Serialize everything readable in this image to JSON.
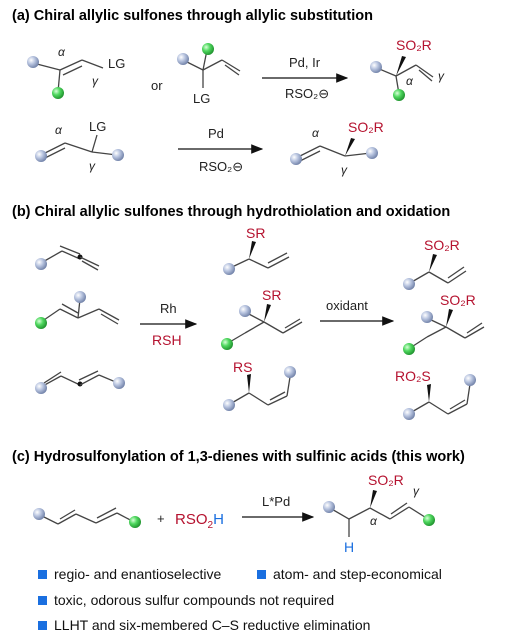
{
  "colors": {
    "reagent_red": "#b5122f",
    "hydrogen_blue": "#1a6fe0",
    "bullet_blue": "#1a6fe0",
    "ball_grey": "#9aa9c9",
    "ball_green": "#37c64b"
  },
  "section_a": {
    "title": "(a) Chiral allylic sulfones through allylic substitution",
    "or_text": "or",
    "catalyst_1": "Pd, Ir",
    "reagent_1": "RSO₂⊖",
    "catalyst_2": "Pd",
    "reagent_2": "RSO₂⊖",
    "lg": "LG",
    "so2r": "SO₂R",
    "alpha": "α",
    "gamma": "γ"
  },
  "section_b": {
    "title": "(b) Chiral allylic sulfones through hydrothiolation and oxidation",
    "catalyst": "Rh",
    "reagent": "RSH",
    "oxidant": "oxidant",
    "sr": "SR",
    "rs": "RS",
    "so2r": "SO₂R",
    "ro2s": "RO₂S"
  },
  "section_c": {
    "title": "(c) Hydrosulfonylation of 1,3-dienes with sulfinic acids (this work)",
    "plus": "+",
    "reagent_rso2": "RSO",
    "reagent_sub": "2",
    "reagent_h": "H",
    "catalyst": "L*Pd",
    "so2r": "SO₂R",
    "h_label": "H",
    "alpha": "α",
    "gamma": "γ",
    "features": [
      "regio- and enantioselective",
      "atom- and step-economical",
      "toxic, odorous sulfur compounds not required",
      "LLHT and six-membered C–S reductive elimination"
    ]
  }
}
